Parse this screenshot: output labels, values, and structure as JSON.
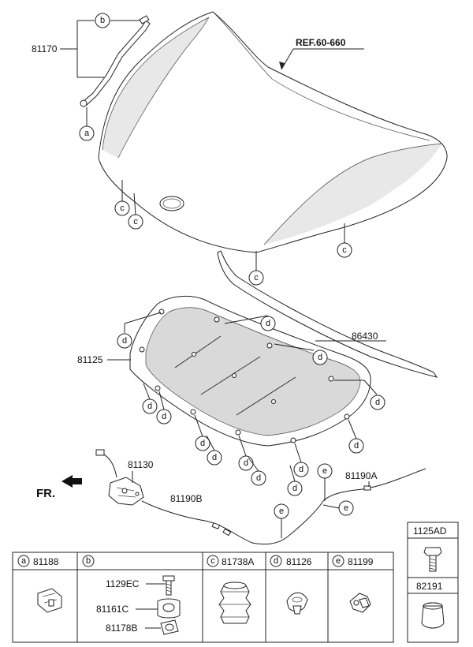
{
  "labels": {
    "ref": "REF.60-660",
    "p81170": "81170",
    "p86430": "86430",
    "p81125": "81125",
    "p81130": "81130",
    "p81190b": "81190B",
    "p81190a": "81190A",
    "fr": "FR."
  },
  "callouts": {
    "a": "a",
    "b": "b",
    "c": "c",
    "d": "d",
    "e": "e"
  },
  "table": {
    "cells": [
      {
        "letter": "a",
        "part": "81188"
      },
      {
        "letter": "b",
        "part": ""
      },
      {
        "letter": "c",
        "part": "81738A"
      },
      {
        "letter": "d",
        "part": "81126"
      },
      {
        "letter": "e",
        "part": "81199"
      }
    ],
    "b_parts": [
      "1129EC",
      "81161C",
      "81178B"
    ],
    "side": [
      "1125AD",
      "82191"
    ]
  }
}
